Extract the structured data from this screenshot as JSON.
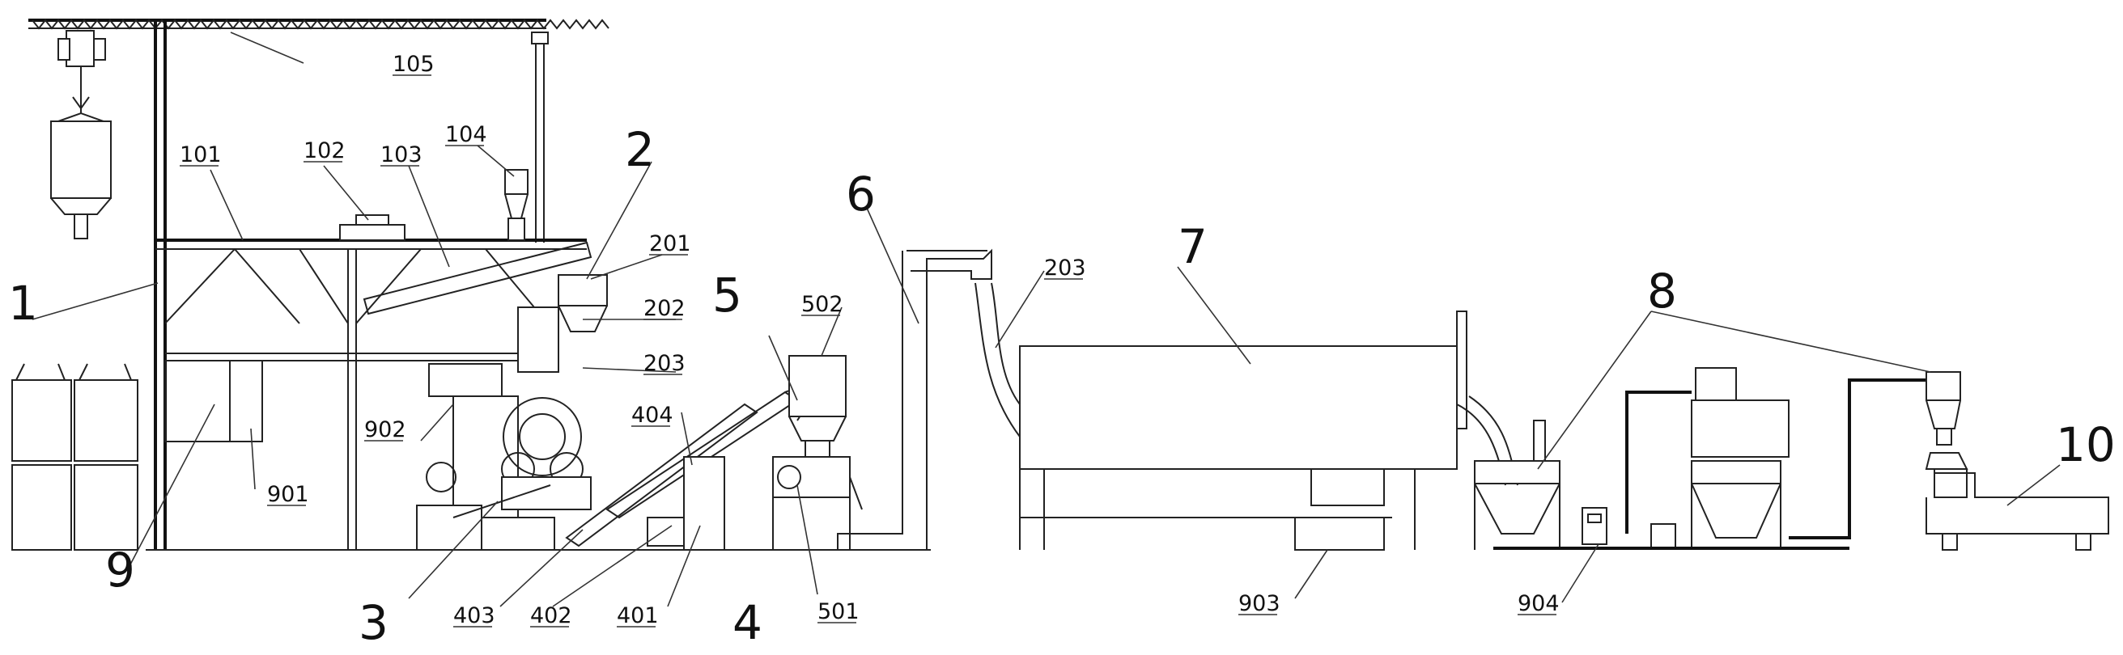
{
  "labels": {
    "l1": "1",
    "l2": "2",
    "l3": "3",
    "l4": "4",
    "l5": "5",
    "l6": "6",
    "l7": "7",
    "l8": "8",
    "l9": "9",
    "l10": "10",
    "l101": "101",
    "l102": "102",
    "l103": "103",
    "l104": "104",
    "l105": "105",
    "l201": "201",
    "l202": "202",
    "l203a": "203",
    "l203b": "203",
    "l401": "401",
    "l402": "402",
    "l403": "403",
    "l404": "404",
    "l501": "501",
    "l502": "502",
    "l901": "901",
    "l902": "902",
    "l903": "903",
    "l904": "904"
  }
}
